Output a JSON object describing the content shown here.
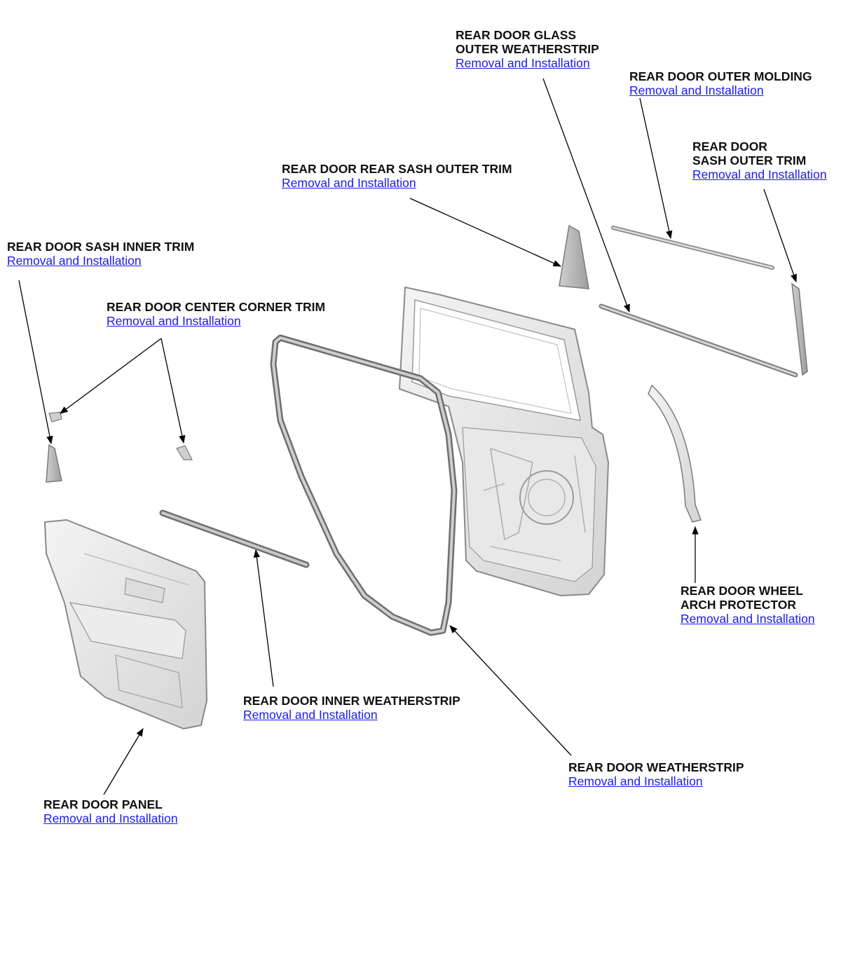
{
  "link_color": "#1a1aee",
  "callouts": [
    {
      "id": "glass-outer-weatherstrip",
      "title": "REAR DOOR GLASS\nOUTER WEATHERSTRIP",
      "link": "Removal and Installation"
    },
    {
      "id": "outer-molding",
      "title": "REAR DOOR OUTER MOLDING",
      "link": "Removal and Installation"
    },
    {
      "id": "sash-outer-trim",
      "title": "REAR DOOR\nSASH OUTER TRIM",
      "link": "Removal and Installation"
    },
    {
      "id": "rear-sash-outer-trim",
      "title": "REAR DOOR REAR SASH OUTER TRIM",
      "link": "Removal and Installation"
    },
    {
      "id": "sash-inner-trim",
      "title": "REAR DOOR SASH INNER TRIM",
      "link": "Removal and Installation"
    },
    {
      "id": "center-corner-trim",
      "title": "REAR DOOR CENTER CORNER TRIM",
      "link": "Removal and Installation"
    },
    {
      "id": "wheel-arch-protector",
      "title": "REAR DOOR WHEEL\nARCH PROTECTOR",
      "link": "Removal and Installation"
    },
    {
      "id": "inner-weatherstrip",
      "title": "REAR DOOR INNER WEATHERSTRIP",
      "link": "Removal and Installation"
    },
    {
      "id": "weatherstrip",
      "title": "REAR DOOR WEATHERSTRIP",
      "link": "Removal and Installation"
    },
    {
      "id": "door-panel",
      "title": "REAR DOOR PANEL",
      "link": "Removal and Installation"
    }
  ]
}
